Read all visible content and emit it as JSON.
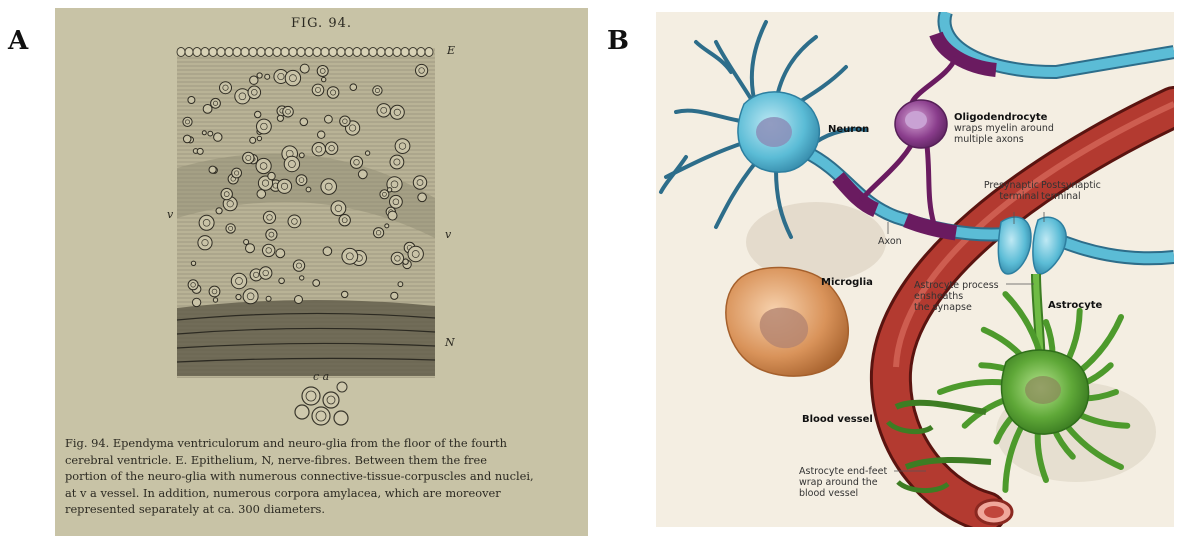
{
  "panel_labels": {
    "a": "A",
    "b": "B"
  },
  "panel_a": {
    "fig_title": "FIG. 94.",
    "plate_letters": {
      "e": "E",
      "v_left": "v",
      "v_right": "v",
      "n": "N",
      "ca": "c a"
    },
    "caption_lines": [
      "Fig. 94. Ependyma ventriculorum and neuro-glia from the floor of the fourth",
      "cerebral ventricle.  E. Epithelium, N, nerve-fibres.  Between them the free",
      "portion of the neuro-glia with numerous connective-tissue-corpuscles and nuclei,",
      "at v a vessel.  In addition, numerous corpora amylacea, which are moreover",
      "represented separately at ca.  300 diameters."
    ]
  },
  "panel_b": {
    "labels": {
      "neuron": "Neuron",
      "oligodendrocyte_title": "Oligodendrocyte",
      "oligodendrocyte_desc": [
        "wraps myelin around",
        "multiple axons"
      ],
      "presynaptic": [
        "Presynaptic",
        "terminal"
      ],
      "postsynaptic": [
        "Postsynaptic",
        "terminal"
      ],
      "axon": "Axon",
      "microglia": "Microglia",
      "astrocyte_process": [
        "Astrocyte process",
        "ensheaths",
        "the synapse"
      ],
      "astrocyte": "Astrocyte",
      "blood_vessel": "Blood vessel",
      "end_feet": [
        "Astrocyte end-feet",
        "wrap around the",
        "blood vessel"
      ]
    },
    "colors": {
      "neuron": "#5bbcd6",
      "myelin": "#7b1f6e",
      "oligodendrocyte": "#8a3d8c",
      "microglia": "#d9935a",
      "astrocyte": "#5fa838",
      "blood_vessel": "#a8322a"
    }
  }
}
